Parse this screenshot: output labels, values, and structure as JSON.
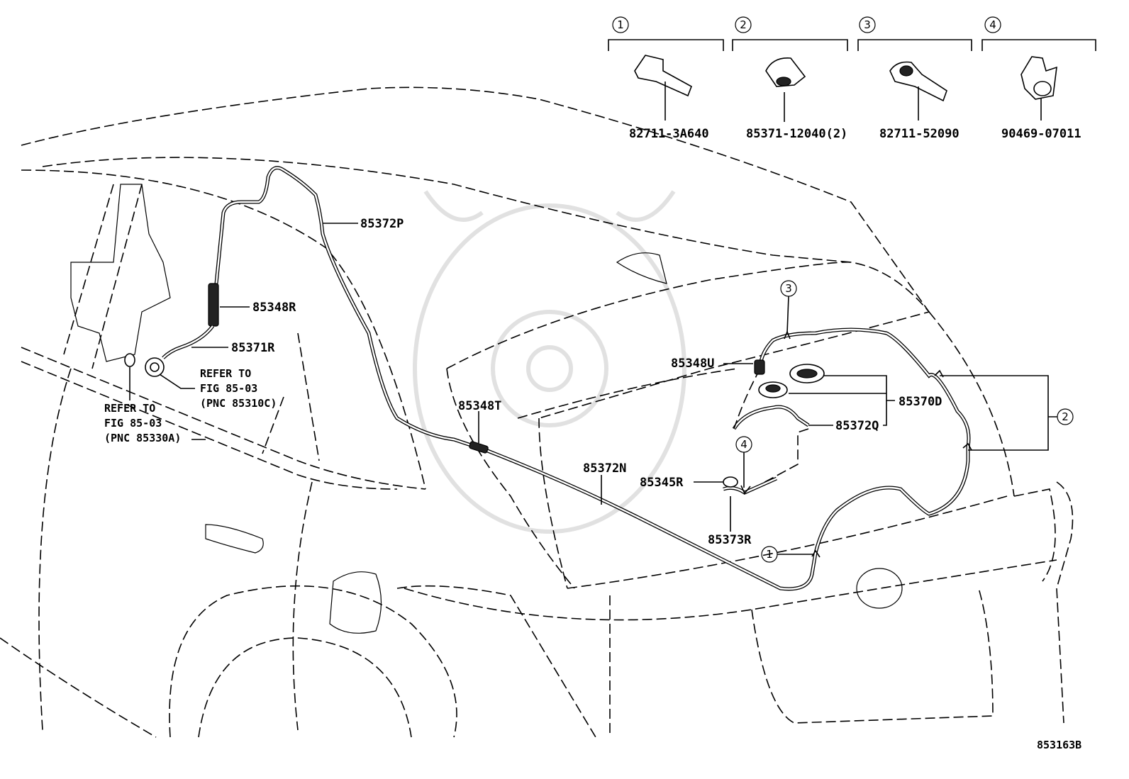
{
  "parts": {
    "p1": "82711-3A640",
    "p2": "85371-12040(2)",
    "p3": "82711-52090",
    "p4": "90469-07011",
    "p85372P": "85372P",
    "p85348R": "85348R",
    "p85371R": "85371R",
    "p85348T": "85348T",
    "p85348U": "85348U",
    "p85370D": "85370D",
    "p85372Q": "85372Q",
    "p85372N": "85372N",
    "p85345R": "85345R",
    "p85373R": "85373R"
  },
  "refs": {
    "left": [
      "REFER TO",
      "FIG 85-03",
      "(PNC 85330A)"
    ],
    "right": [
      "REFER TO",
      "FIG 85-03",
      "(PNC 85310C)"
    ]
  },
  "callouts": {
    "c1": "1",
    "c2": "2",
    "c3": "3",
    "c4": "4"
  },
  "figure_id": "853163B"
}
